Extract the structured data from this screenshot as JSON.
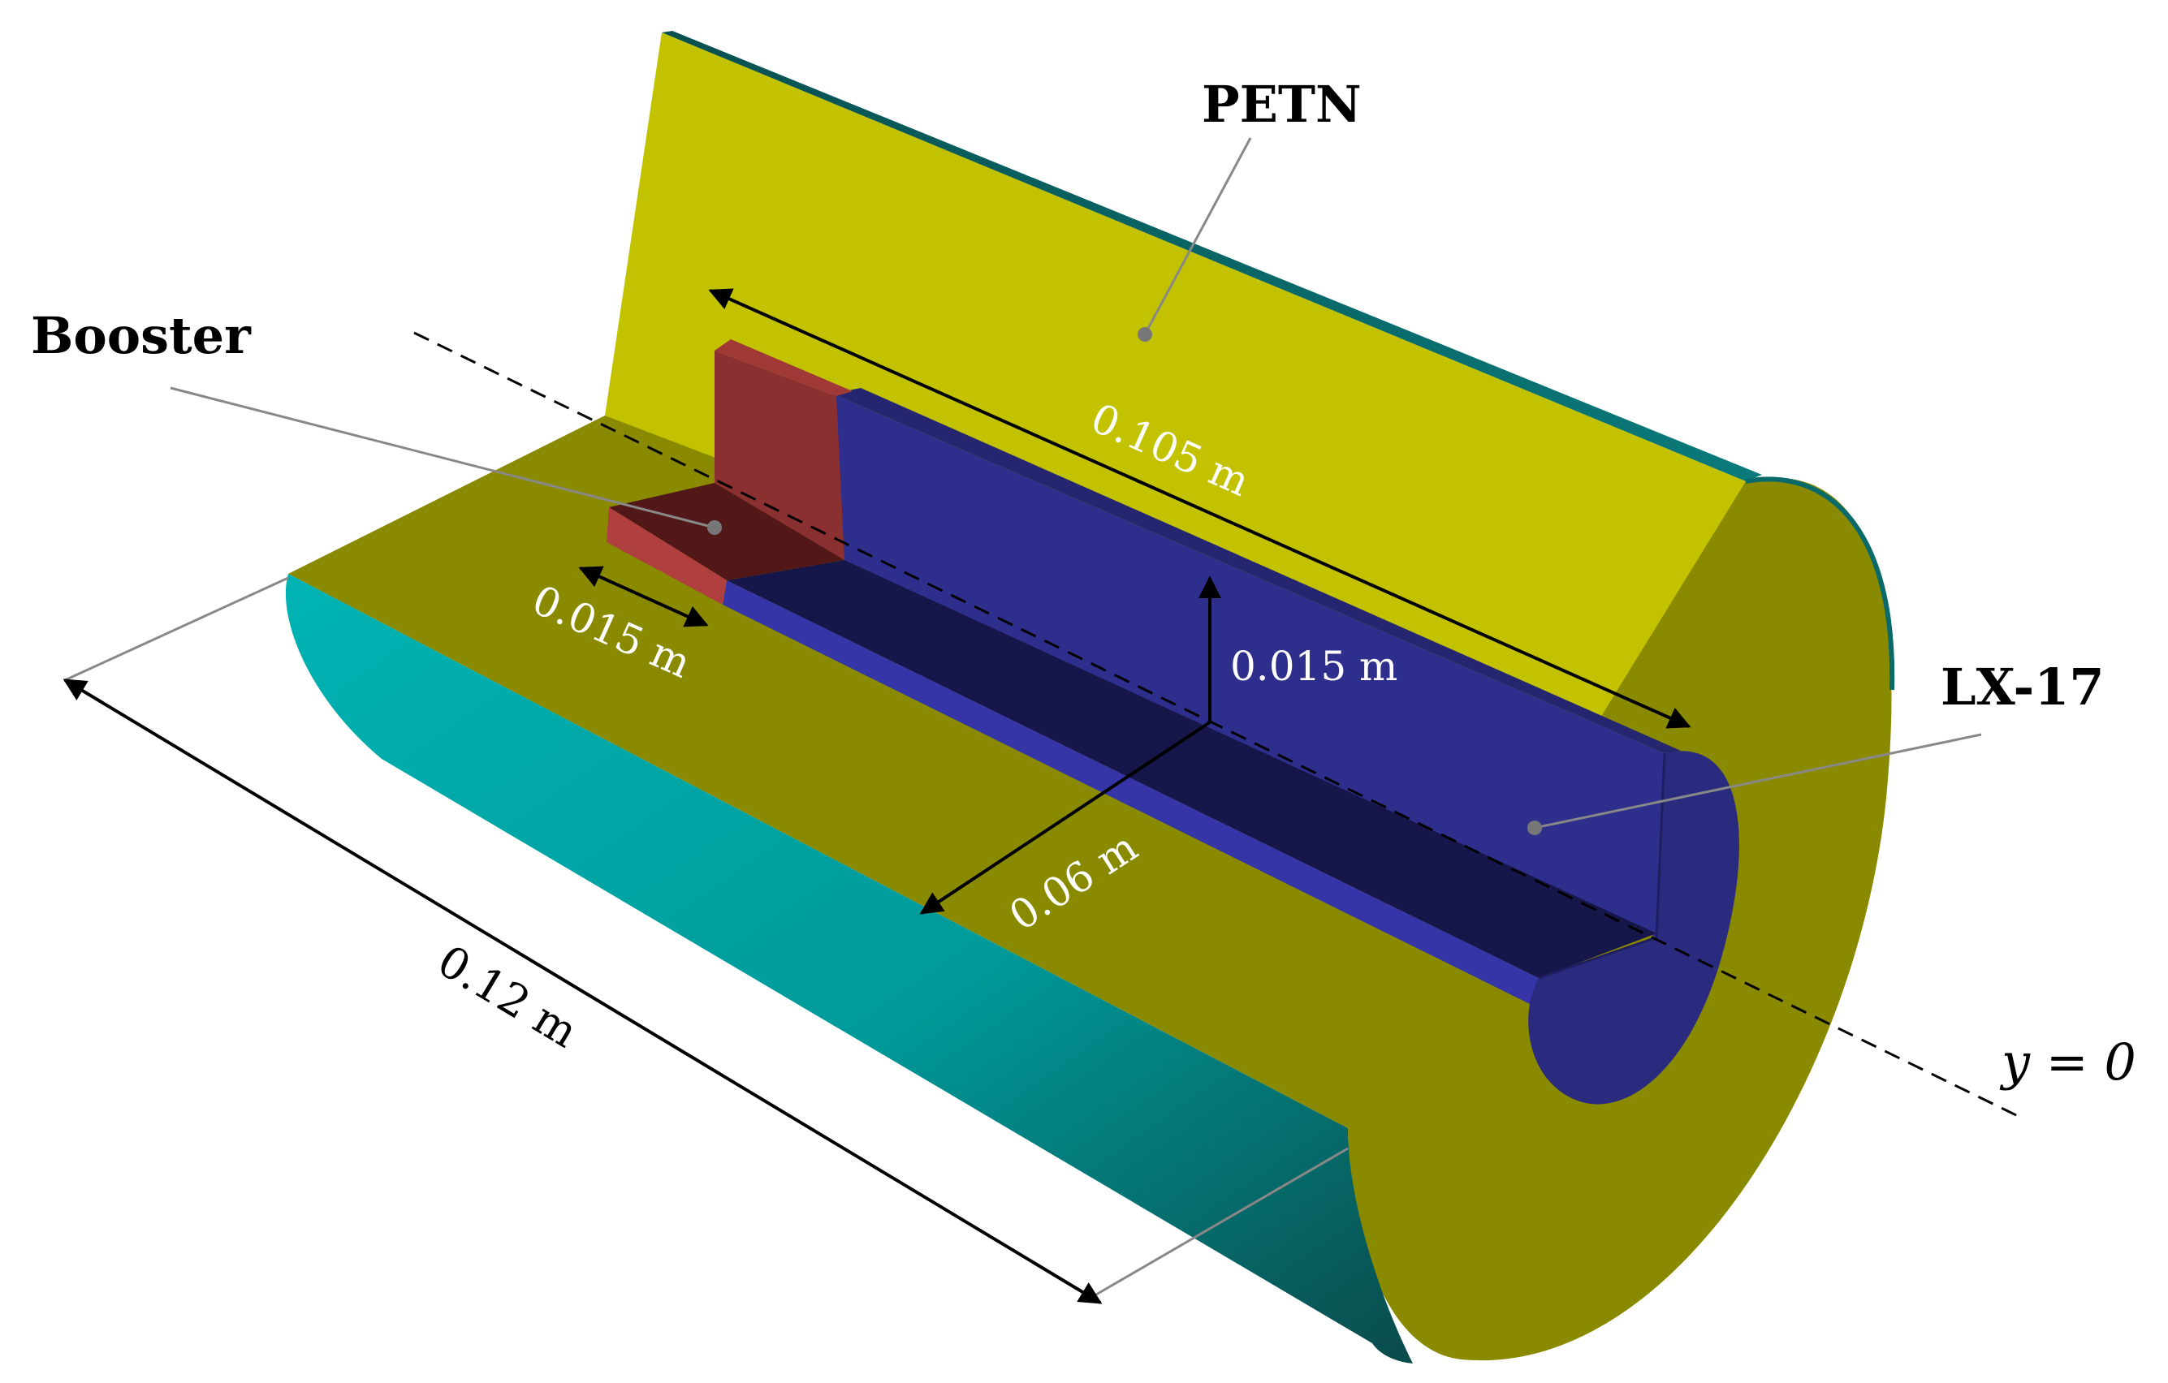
{
  "labels": {
    "petn": "PETN",
    "booster": "Booster",
    "lx17": "LX-17",
    "axis": "y = 0"
  },
  "dimensions": {
    "length_lx17": "0.105 m",
    "length_booster": "0.015 m",
    "radius_lx17": "0.015 m",
    "radius_outer": "0.06 m",
    "length_total": "0.12 m"
  },
  "colors": {
    "petn_cut_face": "#c2c200",
    "petn_end_face": "#8a8a00",
    "petn_outer_surface": "#00a6a6",
    "lx17_face": "#2e2e8c",
    "lx17_dark": "#16164a",
    "lx17_end": "#2a2a7e",
    "booster_face": "#8b3030",
    "booster_dark": "#521818",
    "booster_light": "#b04040"
  }
}
